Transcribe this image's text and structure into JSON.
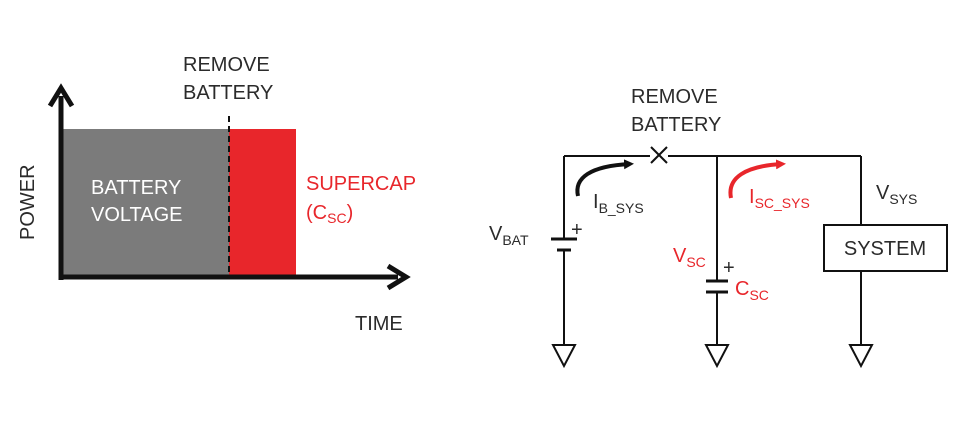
{
  "colors": {
    "battery_fill": "#7b7b7b",
    "supercap_fill": "#e8262b",
    "line": "#111111",
    "text": "#2b2b2b",
    "accent": "#e8262b"
  },
  "timing_chart": {
    "y_axis_label": "POWER",
    "x_axis_label": "TIME",
    "event_label_line1": "REMOVE",
    "event_label_line2": "BATTERY",
    "battery_label_line1": "BATTERY",
    "battery_label_line2": "VOLTAGE",
    "supercap_label": "SUPERCAP",
    "supercap_sub_open": "(C",
    "supercap_sub": "SC",
    "supercap_sub_close": ")"
  },
  "schematic": {
    "remove_label_line1": "REMOVE",
    "remove_label_line2": "BATTERY",
    "vbat_main": "V",
    "vbat_sub": "BAT",
    "vbat_plus": "+",
    "ib_main": "I",
    "ib_sub": "B_SYS",
    "isc_main": "I",
    "isc_sub": "SC_SYS",
    "vsc_main": "V",
    "vsc_sub": "SC",
    "vsc_plus": "+",
    "csc_main": "C",
    "csc_sub": "SC",
    "vsys_main": "V",
    "vsys_sub": "SYS",
    "system_label": "SYSTEM"
  }
}
